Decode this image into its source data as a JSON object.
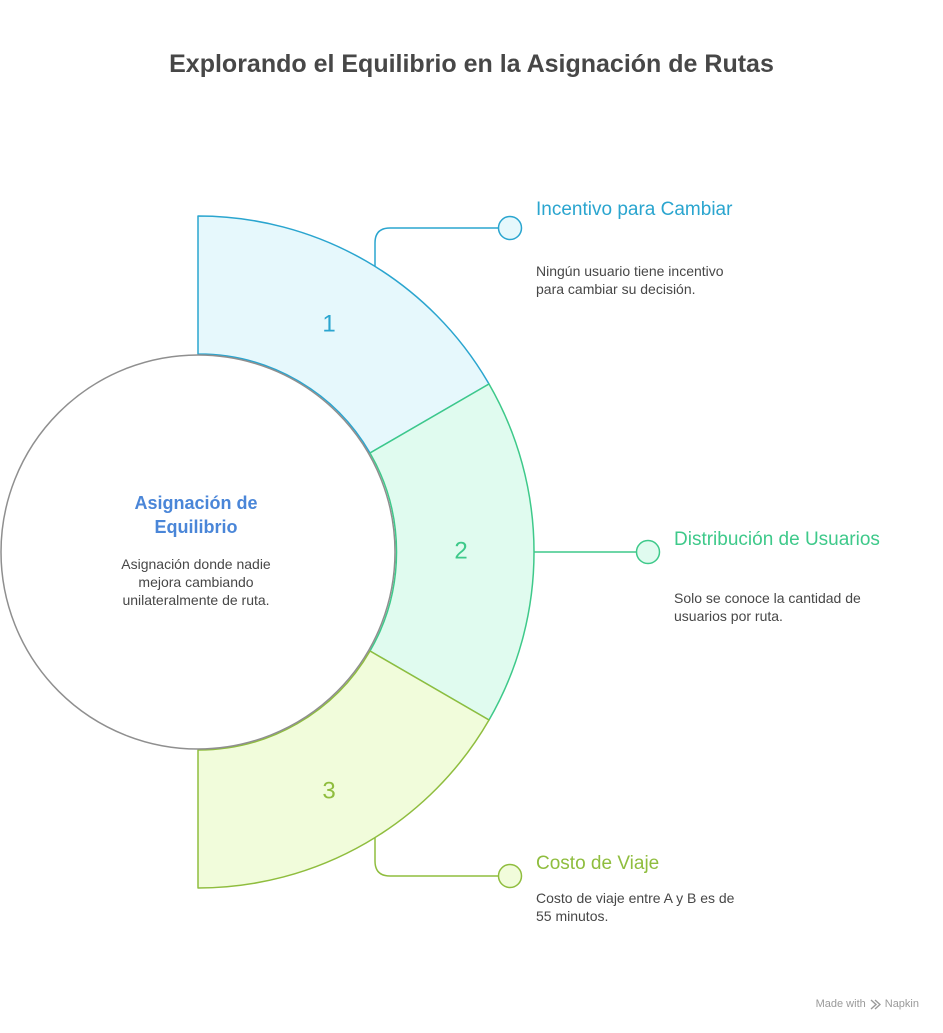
{
  "title": "Explorando el Equilibrio en la Asignación de Rutas",
  "center": {
    "title": "Asignación de Equilibrio",
    "description": "Asignación donde nadie mejora cambiando unilateralmente de ruta."
  },
  "segments": [
    {
      "number": "1",
      "title": "Incentivo para Cambiar",
      "description": "Ningún usuario tiene incentivo para cambiar su decisión.",
      "stroke": "#2aa5cf",
      "fill": "#e6f8fc"
    },
    {
      "number": "2",
      "title": "Distribución de Usuarios",
      "description": "Solo se conoce la cantidad de usuarios por ruta.",
      "stroke": "#3ec98a",
      "fill": "#e0fbef"
    },
    {
      "number": "3",
      "title": "Costo de Viaje",
      "description": "Costo de viaje entre A y B es de 55 minutos.",
      "stroke": "#8fbd3e",
      "fill": "#f1fcdb"
    }
  ],
  "colors": {
    "title_text": "#474747",
    "center_title": "#4a86d8",
    "circle_stroke": "#8f8f8f",
    "brand_text": "#9a9a9a"
  },
  "branding": {
    "made_with": "Made with",
    "name": "Napkin"
  }
}
